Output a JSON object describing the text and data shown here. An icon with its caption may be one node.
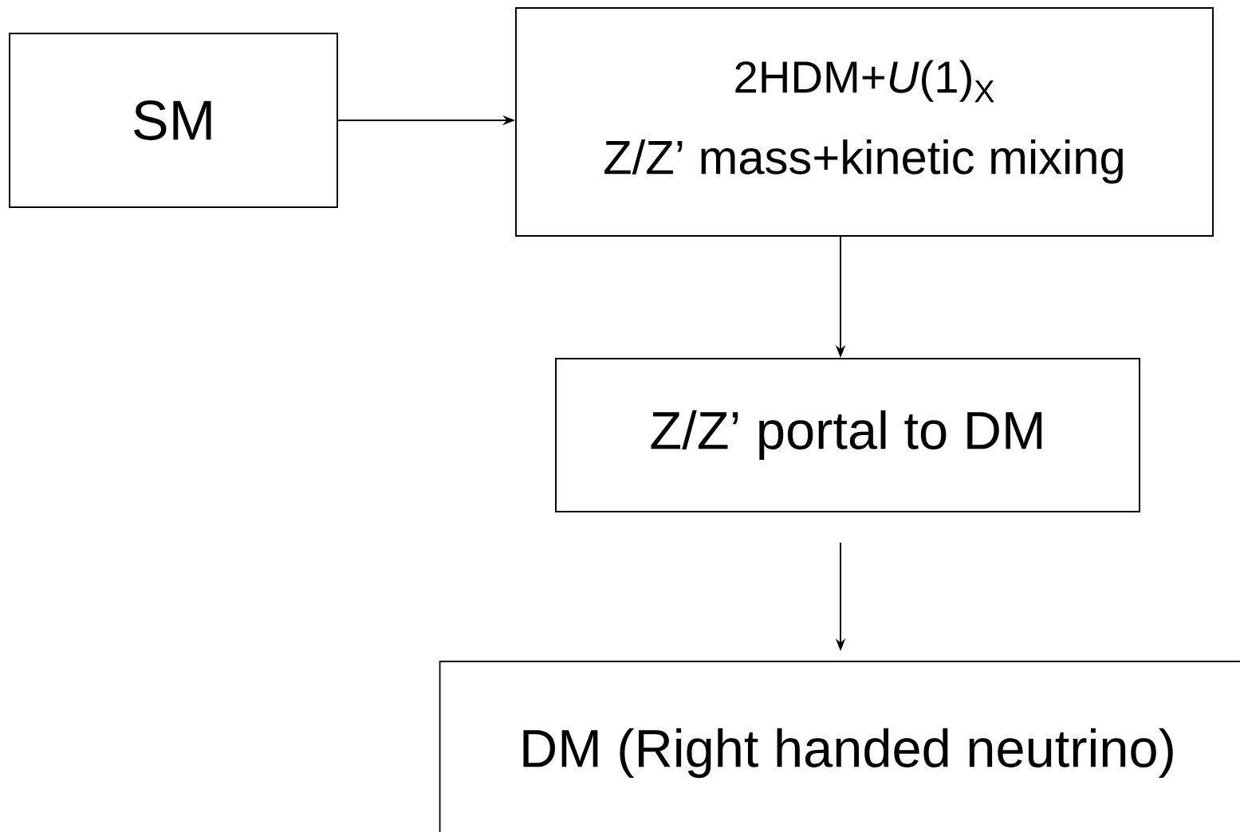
{
  "diagram": {
    "nodes": [
      {
        "text": [
          "SM"
        ]
      },
      {
        "text": [
          "2HDM+*U*(1)$_{X}$",
          "Z/Z’ mass+kinetic mixing"
        ]
      },
      {
        "text": [
          "Z/Z’ portal to DM"
        ]
      },
      {
        "text": [
          "DM (Right handed neutrino)"
        ]
      }
    ],
    "edges": [
      {
        "from": 0,
        "to": 1,
        "arrow": "to"
      },
      {
        "from": 1,
        "to": 2,
        "arrow": "to"
      },
      {
        "from": 2,
        "to": 3,
        "arrow": "to"
      }
    ]
  }
}
